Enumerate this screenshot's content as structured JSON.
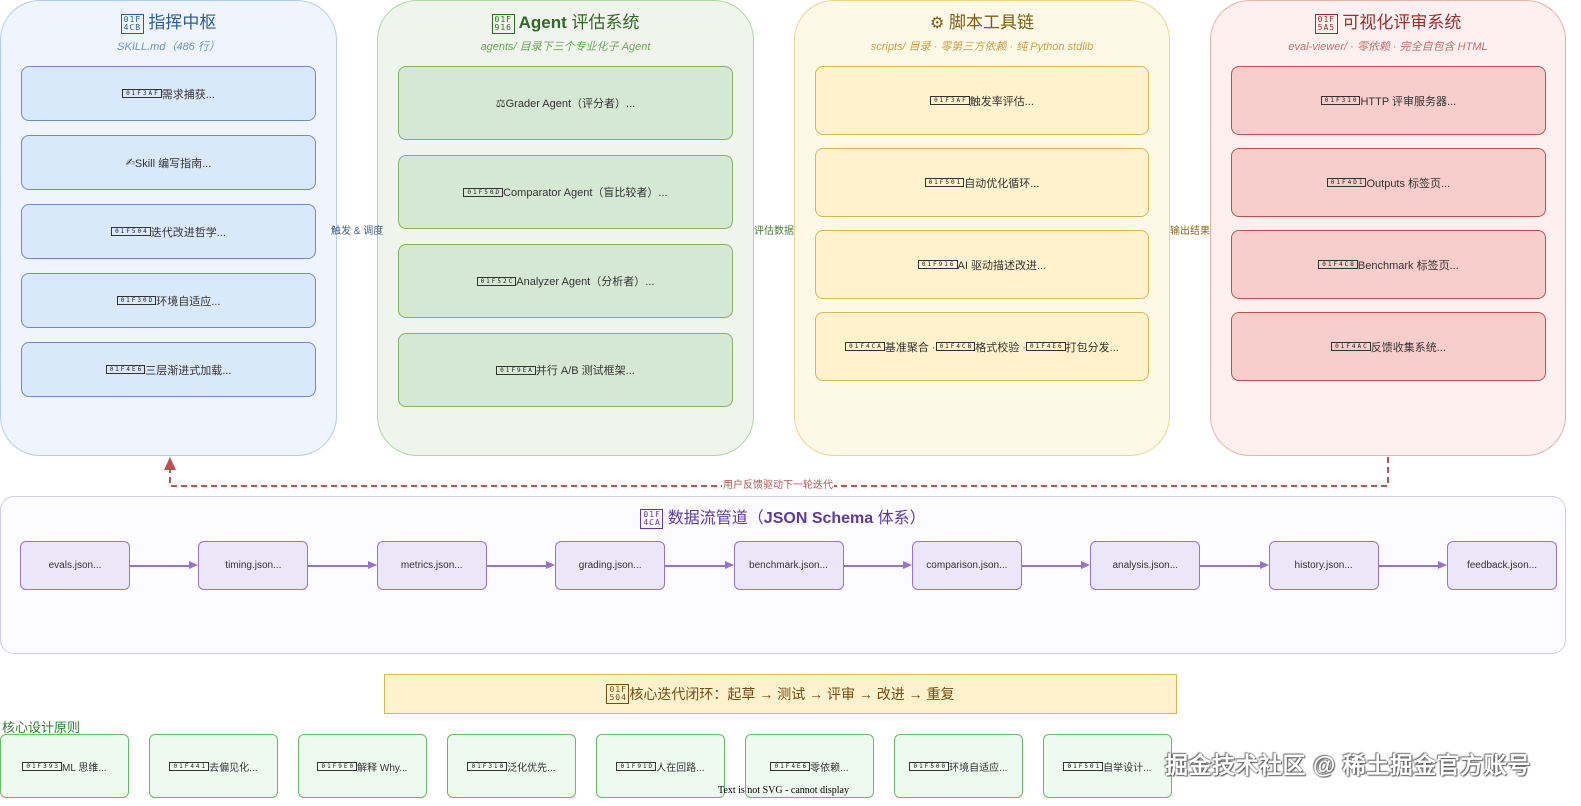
{
  "panels": [
    {
      "title_segments": [
        {
          "icon": "01F4CB",
          "name": "clipboard-icon"
        },
        {
          "text": " 指挥中枢"
        }
      ],
      "subtitle": "SKILL.md（486 行）",
      "items": [
        {
          "segments": [
            {
              "icon": "01F3AF",
              "name": "target-icon"
            },
            {
              "text": " 需求捕获..."
            }
          ]
        },
        {
          "segments": [
            {
              "glyph": "✍",
              "name": "writing-hand-icon"
            },
            {
              "text": " Skill 编写指南..."
            }
          ]
        },
        {
          "segments": [
            {
              "icon": "01F504",
              "name": "refresh-arrows-icon"
            },
            {
              "text": " 迭代改进哲学..."
            }
          ]
        },
        {
          "segments": [
            {
              "icon": "01F30D",
              "name": "globe-icon"
            },
            {
              "text": " 环境自适应..."
            }
          ]
        },
        {
          "segments": [
            {
              "icon": "01F4E6",
              "name": "package-icon"
            },
            {
              "text": " 三层渐进式加载..."
            }
          ]
        }
      ]
    },
    {
      "title_segments": [
        {
          "icon": "01F916",
          "name": "robot-icon"
        },
        {
          "bold": " Agent"
        },
        {
          "text": " 评估系统"
        }
      ],
      "subtitle": "agents/ 目录下三个专业化子 Agent",
      "items": [
        {
          "segments": [
            {
              "glyph": "⚖",
              "name": "scales-icon"
            },
            {
              "text": " Grader Agent（评分者）..."
            }
          ]
        },
        {
          "segments": [
            {
              "icon": "01F50D",
              "name": "magnifier-icon"
            },
            {
              "text": " Comparator Agent（盲比较者）..."
            }
          ]
        },
        {
          "segments": [
            {
              "icon": "01F52C",
              "name": "microscope-icon"
            },
            {
              "text": " Analyzer Agent（分析者）..."
            }
          ]
        },
        {
          "segments": [
            {
              "icon": "01F9EA",
              "name": "test-tube-icon"
            },
            {
              "text": " 并行 A/B 测试框架..."
            }
          ]
        }
      ]
    },
    {
      "title_segments": [
        {
          "glyph": "⚙",
          "name": "gear-icon"
        },
        {
          "text": " 脚本工具链"
        }
      ],
      "subtitle": "scripts/ 目录 · 零第三方依赖 · 纯 Python stdlib",
      "items": [
        {
          "segments": [
            {
              "icon": "01F3AF",
              "name": "target-icon"
            },
            {
              "text": " 触发率评估..."
            }
          ]
        },
        {
          "segments": [
            {
              "icon": "01F501",
              "name": "repeat-icon"
            },
            {
              "text": " 自动优化循环..."
            }
          ]
        },
        {
          "segments": [
            {
              "icon": "01F916",
              "name": "robot-icon"
            },
            {
              "text": " AI 驱动描述改进..."
            }
          ]
        },
        {
          "segments": [
            {
              "icon": "01F4CA",
              "name": "bar-chart-icon"
            },
            {
              "text": " 基准聚合 · "
            },
            {
              "icon": "01F4CB",
              "name": "clipboard-icon"
            },
            {
              "text": " 格式校验 · "
            },
            {
              "icon": "01F4E6",
              "name": "package-icon"
            },
            {
              "text": " 打包分发..."
            }
          ]
        }
      ]
    },
    {
      "title_segments": [
        {
          "icon": "01F5A5",
          "name": "desktop-computer-icon"
        },
        {
          "text": " 可视化评审系统"
        }
      ],
      "subtitle": "eval-viewer/ · 零依赖 · 完全自包含 HTML",
      "items": [
        {
          "segments": [
            {
              "icon": "01F310",
              "name": "globe-meridians-icon"
            },
            {
              "text": " HTTP 评审服务器..."
            }
          ]
        },
        {
          "segments": [
            {
              "icon": "01F4D1",
              "name": "bookmark-tabs-icon"
            },
            {
              "text": " Outputs 标签页..."
            }
          ]
        },
        {
          "segments": [
            {
              "icon": "01F4C8",
              "name": "chart-increasing-icon"
            },
            {
              "text": " Benchmark 标签页..."
            }
          ]
        },
        {
          "segments": [
            {
              "icon": "01F4AC",
              "name": "speech-balloon-icon"
            },
            {
              "text": " 反馈收集系统..."
            }
          ]
        }
      ]
    }
  ],
  "connectors": [
    "触发 & 调度",
    "评估数据",
    "输出结果"
  ],
  "feedback_loop_label": "用户反馈驱动下一轮迭代",
  "pipeline": {
    "title_segments": [
      {
        "icon": "01F4CA",
        "name": "bar-chart-icon"
      },
      {
        "text": " 数据流管道（"
      },
      {
        "bold": "JSON Schema"
      },
      {
        "text": " 体系）"
      }
    ],
    "nodes": [
      "evals.json...",
      "timing.json...",
      "metrics.json...",
      "grading.json...",
      "benchmark.json...",
      "comparison.json...",
      "analysis.json...",
      "history.json...",
      "feedback.json..."
    ]
  },
  "core_loop": {
    "segments": [
      {
        "icon": "01F504",
        "name": "refresh-arrows-icon"
      },
      {
        "text": " 核心迭代闭环：起草 → 测试 → 评审 → 改进 → 重复"
      }
    ]
  },
  "principles_heading": "核心设计原则",
  "principles": [
    {
      "segments": [
        {
          "icon": "01F393",
          "name": "graduation-cap-icon"
        },
        {
          "text": " ML 思维..."
        }
      ]
    },
    {
      "segments": [
        {
          "icon": "01F441",
          "name": "eye-icon"
        },
        {
          "text": " 去偏见化..."
        }
      ]
    },
    {
      "segments": [
        {
          "icon": "01F9E0",
          "name": "brain-icon"
        },
        {
          "text": " 解释 Why..."
        }
      ]
    },
    {
      "segments": [
        {
          "icon": "01F310",
          "name": "globe-meridians-icon"
        },
        {
          "text": " 泛化优先..."
        }
      ]
    },
    {
      "segments": [
        {
          "icon": "01F91D",
          "name": "handshake-icon"
        },
        {
          "text": " 人在回路..."
        }
      ]
    },
    {
      "segments": [
        {
          "icon": "01F4E6",
          "name": "package-icon"
        },
        {
          "text": " 零依赖..."
        }
      ]
    },
    {
      "segments": [
        {
          "icon": "01F500",
          "name": "shuffle-icon"
        },
        {
          "text": " 环境自适应..."
        }
      ]
    },
    {
      "segments": [
        {
          "icon": "01F501",
          "name": "repeat-icon"
        },
        {
          "text": " 自举设计..."
        }
      ]
    }
  ],
  "watermark": "掘金技术社区 @ 稀土掘金官方账号",
  "render_notice": "Text is not SVG - cannot display"
}
